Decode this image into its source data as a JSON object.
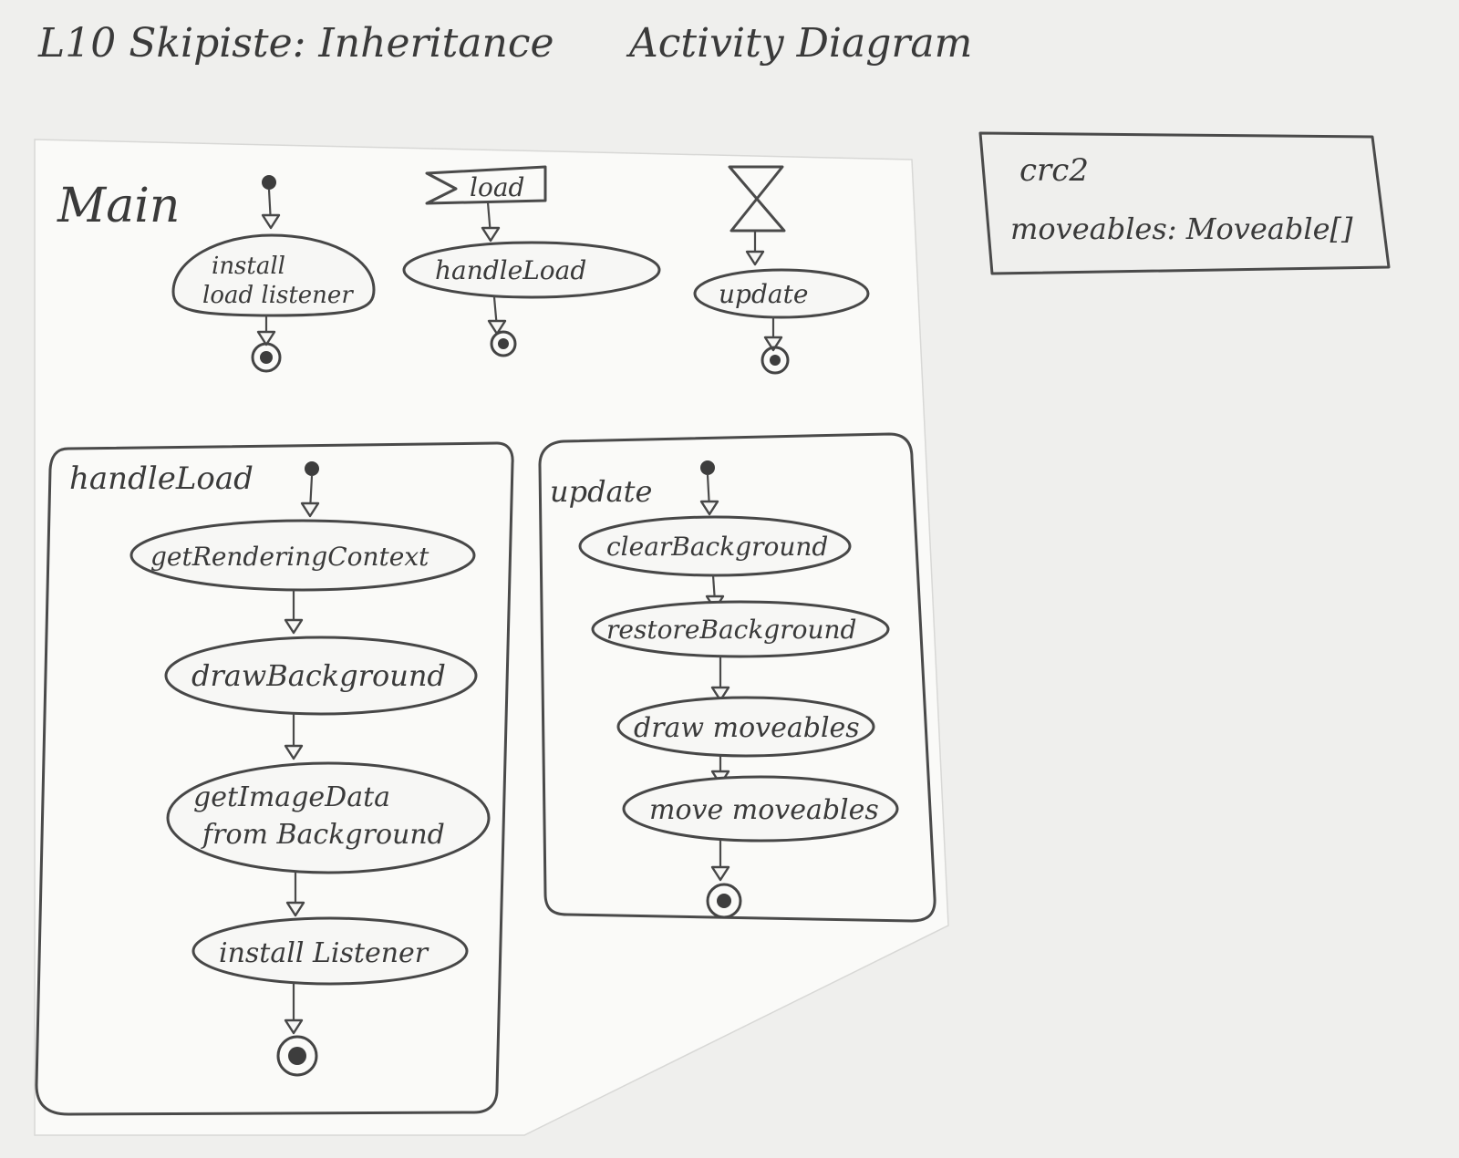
{
  "page": {
    "title": "L10 Skipiste: Inheritance",
    "subtitle": "Activity Diagram"
  },
  "main": {
    "label": "Main",
    "load_signal": "load",
    "actions": {
      "install_load_listener_line1": "install",
      "install_load_listener_line2": "load listener",
      "handle_load": "handleLoad",
      "update": "update"
    }
  },
  "handle_load": {
    "label": "handleLoad",
    "actions": [
      "getRenderingContext",
      "drawBackground",
      "getImageData",
      "from Background",
      "install Listener"
    ]
  },
  "update": {
    "label": "update",
    "actions": [
      "clearBackground",
      "restoreBackground",
      "draw moveables",
      "move moveables"
    ]
  },
  "variables_box": {
    "line1": "crc2",
    "line2": "moveables: Moveable[]"
  }
}
